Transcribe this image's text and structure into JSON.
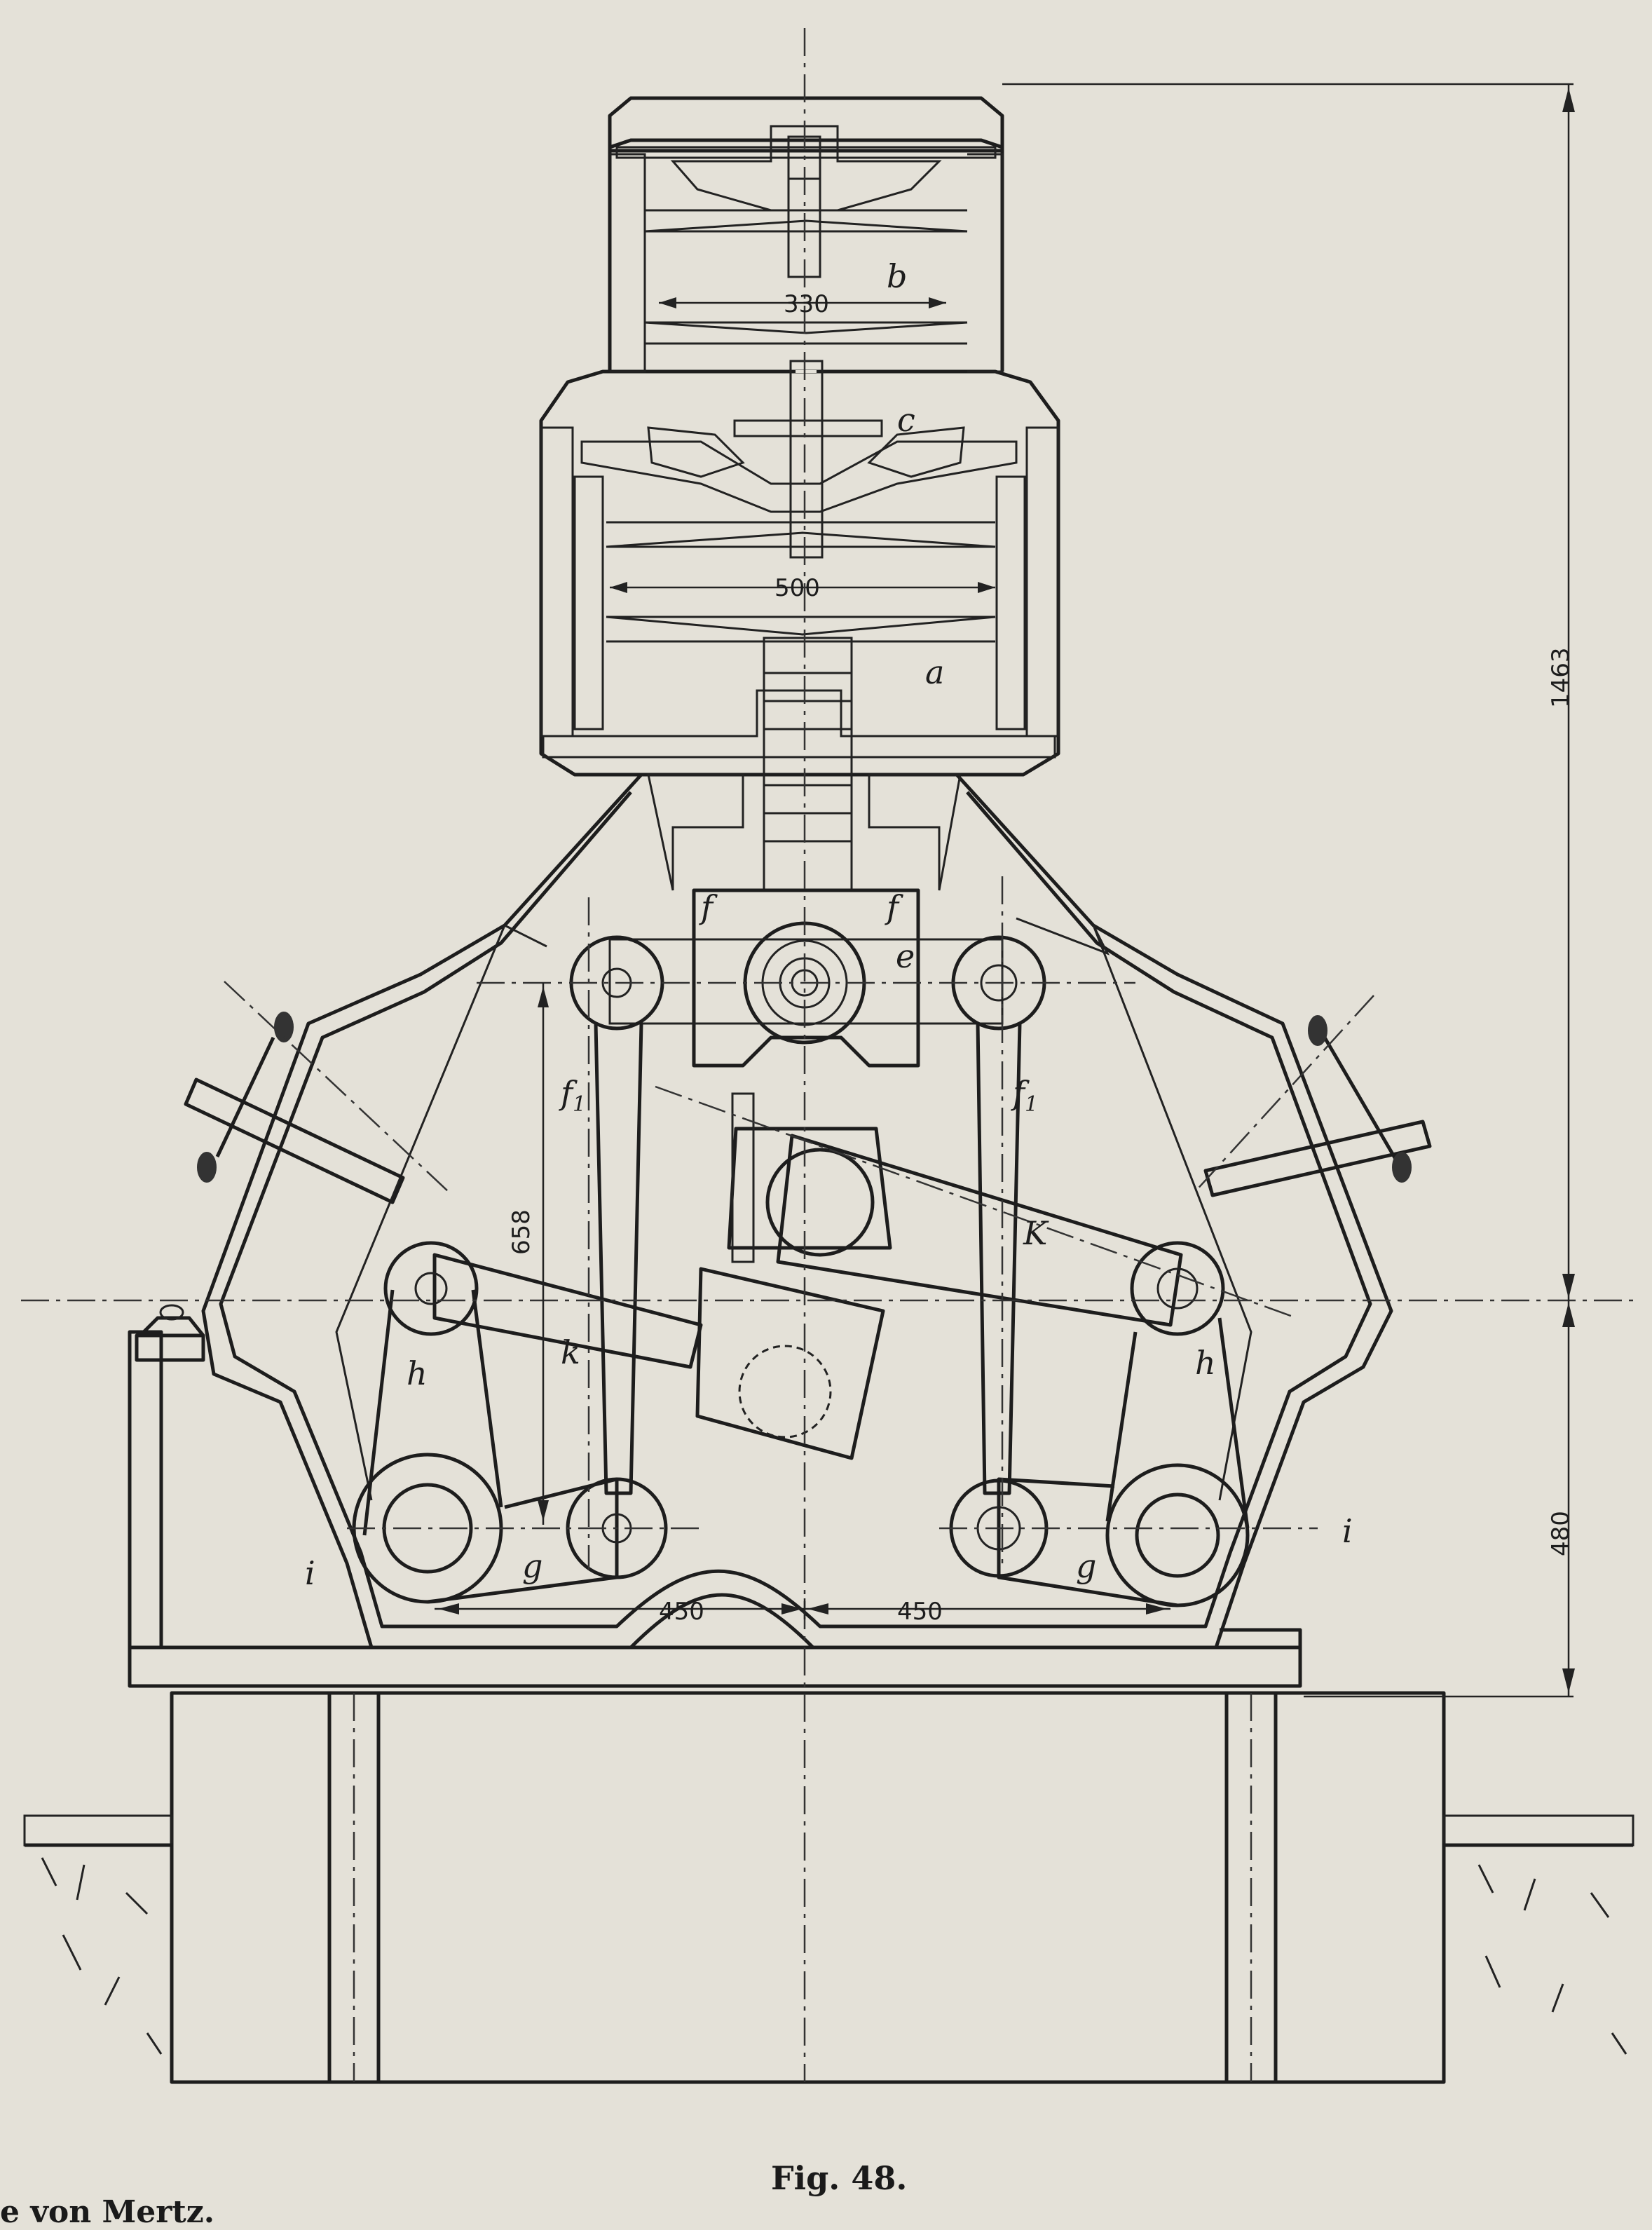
{
  "figure": {
    "caption": "Fig. 48.",
    "side_caption": "e von Mertz."
  },
  "labels": {
    "a": "a",
    "b": "b",
    "c": "c",
    "e": "e",
    "f": "f",
    "f1": "f",
    "f1_sub": "1",
    "g": "g",
    "h": "h",
    "i": "i",
    "k": "k",
    "K": "K"
  },
  "dimensions": {
    "d330": "330",
    "d500": "500",
    "d658": "658",
    "d450": "450",
    "d1463": "1463",
    "d480": "480"
  }
}
